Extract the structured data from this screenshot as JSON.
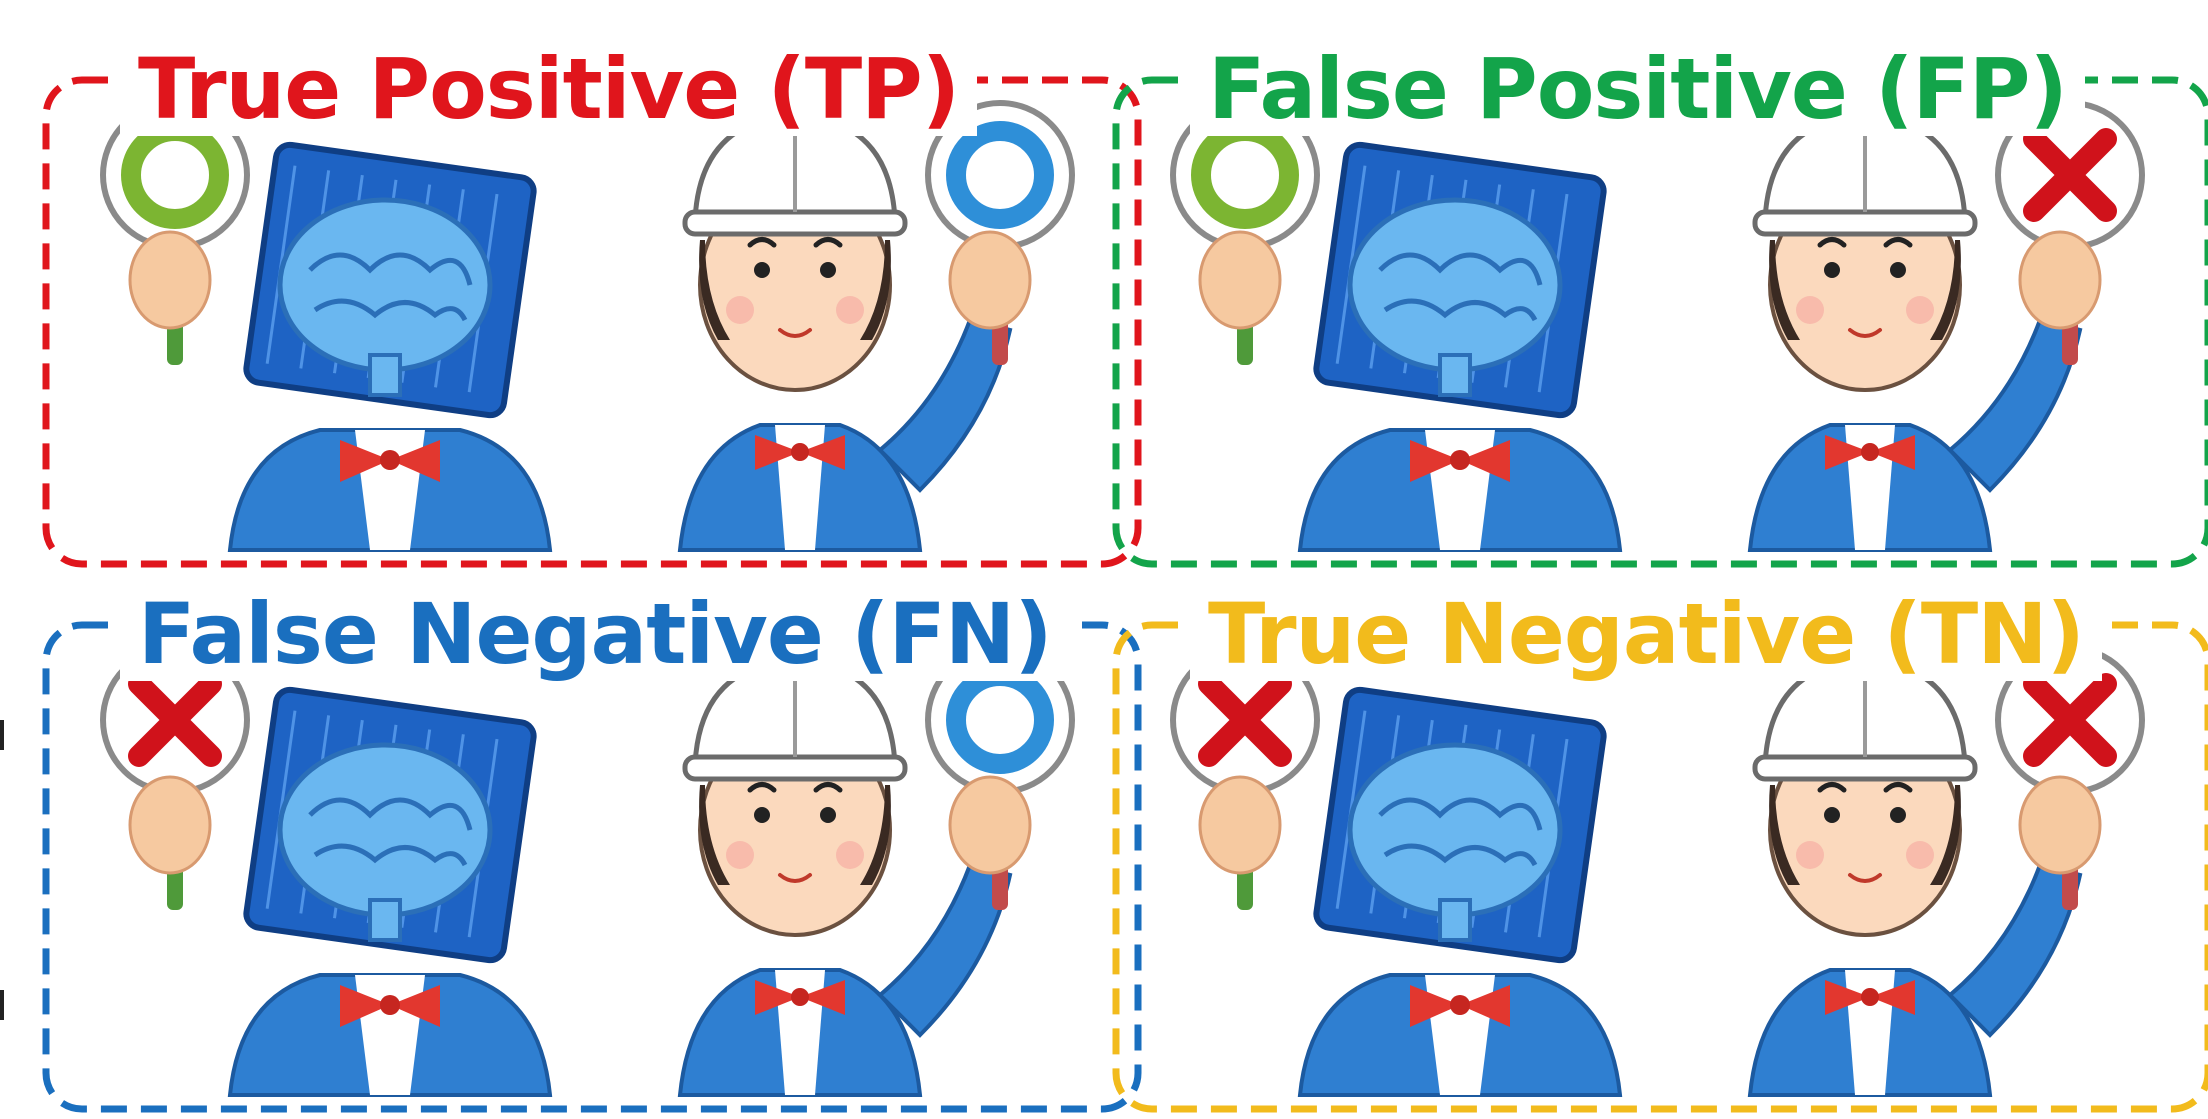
{
  "quadrants": [
    {
      "id": "tp",
      "title": "True Positive (TP)",
      "color": "#e0151c",
      "ai_sign": "circle",
      "ai_circle_color": "#7cb532",
      "human_sign": "circle",
      "human_circle_color": "#2e8fd8"
    },
    {
      "id": "fp",
      "title": "False Positive (FP)",
      "color": "#13a44a",
      "ai_sign": "circle",
      "ai_circle_color": "#7cb532",
      "human_sign": "cross",
      "human_circle_color": "#2e8fd8"
    },
    {
      "id": "fn",
      "title": "False Negative (FN)",
      "color": "#1a6fbf",
      "ai_sign": "cross",
      "ai_circle_color": "#7cb532",
      "human_sign": "circle",
      "human_circle_color": "#2e8fd8"
    },
    {
      "id": "tn",
      "title": "True Negative (TN)",
      "color": "#f2bb1c",
      "ai_sign": "cross",
      "ai_circle_color": "#7cb532",
      "human_sign": "cross",
      "human_circle_color": "#2e8fd8"
    }
  ],
  "icons": {
    "ai": "ai-brain-robot-icon",
    "human": "helmet-worker-icon",
    "circle": "maru-circle-sign-icon",
    "cross": "batsu-cross-sign-icon"
  },
  "cross_color": "#d0121b"
}
